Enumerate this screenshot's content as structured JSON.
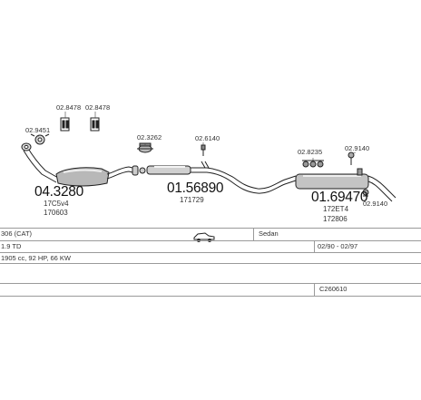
{
  "parts": {
    "p1": {
      "code": "02.9451"
    },
    "p2": {
      "code": "02.8478"
    },
    "p3": {
      "code": "02.8478"
    },
    "p4": {
      "number": "04.3280",
      "refs": [
        "17C5v4",
        "170603"
      ]
    },
    "p5": {
      "code": "02.3262"
    },
    "p6": {
      "code": "02.6140"
    },
    "p7": {
      "number": "01.56890",
      "refs": [
        "171729"
      ]
    },
    "p8": {
      "code": "02.8235"
    },
    "p9": {
      "code": "02.9140"
    },
    "p10": {
      "number": "01.69470",
      "refs": [
        "172ET4",
        "172806"
      ]
    },
    "p11": {
      "code": "02.9140"
    }
  },
  "info": {
    "model": "306 (CAT)",
    "body": "Sedan",
    "engine": "1.9 TD",
    "years": "02/90 - 02/97",
    "spec": "1905 cc, 92 HP, 66 KW",
    "ref": "C260610"
  },
  "icons": {
    "vehicle": "sedan-car-icon"
  }
}
